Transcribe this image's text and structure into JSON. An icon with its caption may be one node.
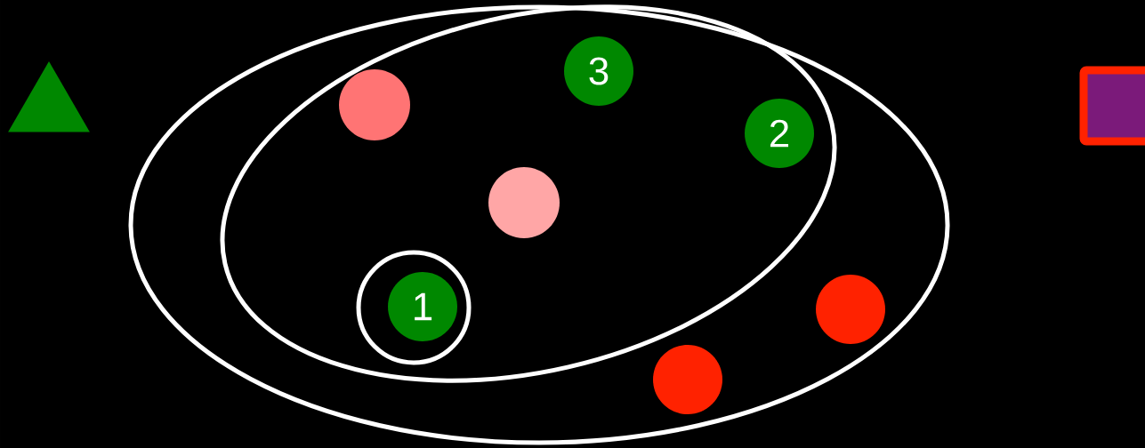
{
  "diagram": {
    "nodes": [
      {
        "text": [],
        "shape": "triangle"
      },
      {
        "text": [],
        "shape": "ellipse"
      },
      {
        "text": [],
        "shape": "ellipse",
        "in": 1
      },
      {
        "text": [],
        "shape": "circle",
        "in": 2
      },
      {
        "text": [
          "3"
        ],
        "in": 2
      },
      {
        "text": [
          "2"
        ],
        "in": 2
      },
      {
        "text": [],
        "shape": "circle",
        "in": 2
      },
      {
        "text": [],
        "shape": "circle",
        "in": 2
      },
      {
        "text": [
          "1"
        ],
        "in": 7
      },
      {
        "text": [],
        "shape": "circle",
        "in": 1
      },
      {
        "text": [],
        "shape": "circle",
        "in": 1
      },
      {
        "text": [],
        "shape": "box"
      }
    ]
  }
}
